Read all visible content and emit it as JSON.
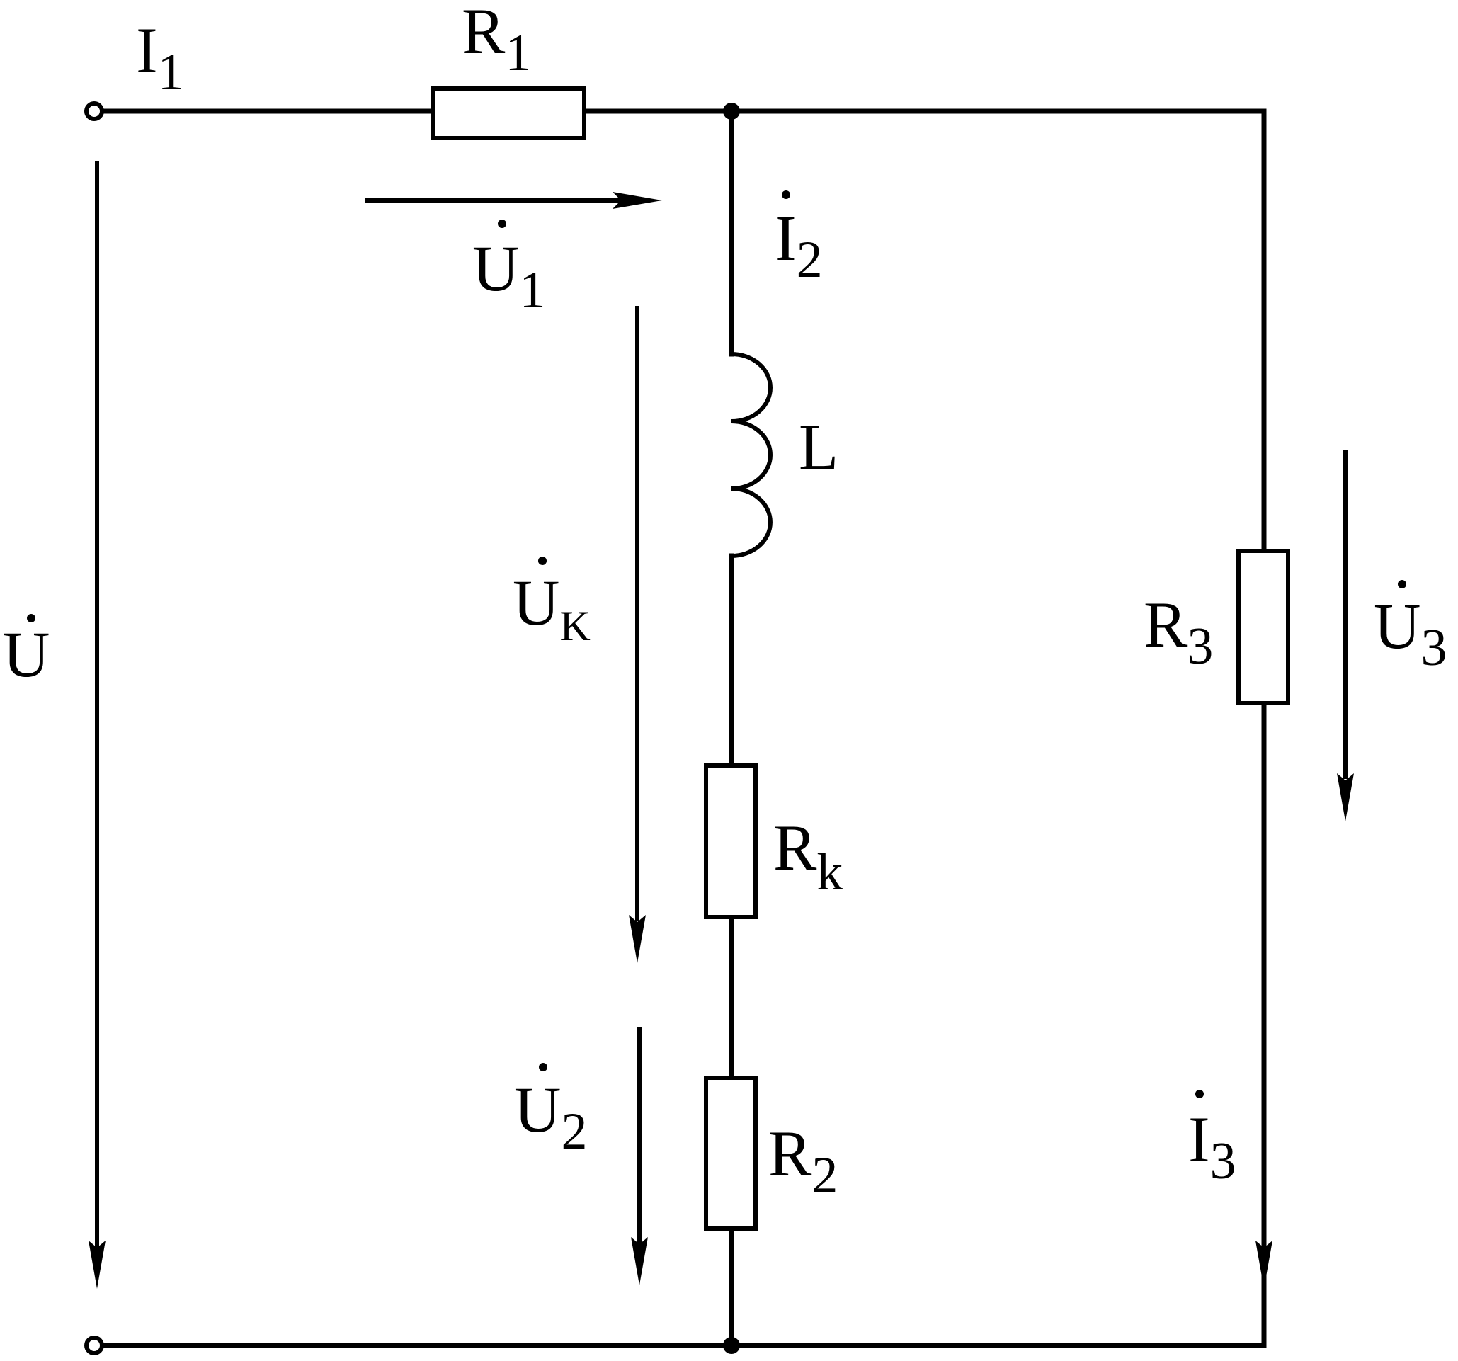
{
  "labels": {
    "i1": {
      "main": "I",
      "sub": "1"
    },
    "r1": {
      "main": "R",
      "sub": "1"
    },
    "u1": {
      "main": "U",
      "sub": "1"
    },
    "i2": {
      "main": "I",
      "sub": "2"
    },
    "l": {
      "main": "L"
    },
    "uk": {
      "main": "U",
      "sub": "K"
    },
    "u": {
      "main": "U"
    },
    "rk": {
      "main": "R",
      "sub": "k"
    },
    "r3": {
      "main": "R",
      "sub": "3"
    },
    "u3": {
      "main": "U",
      "sub": "3"
    },
    "u2": {
      "main": "U",
      "sub": "2"
    },
    "r2": {
      "main": "R",
      "sub": "2"
    },
    "i3": {
      "main": "I",
      "sub": "3"
    }
  }
}
